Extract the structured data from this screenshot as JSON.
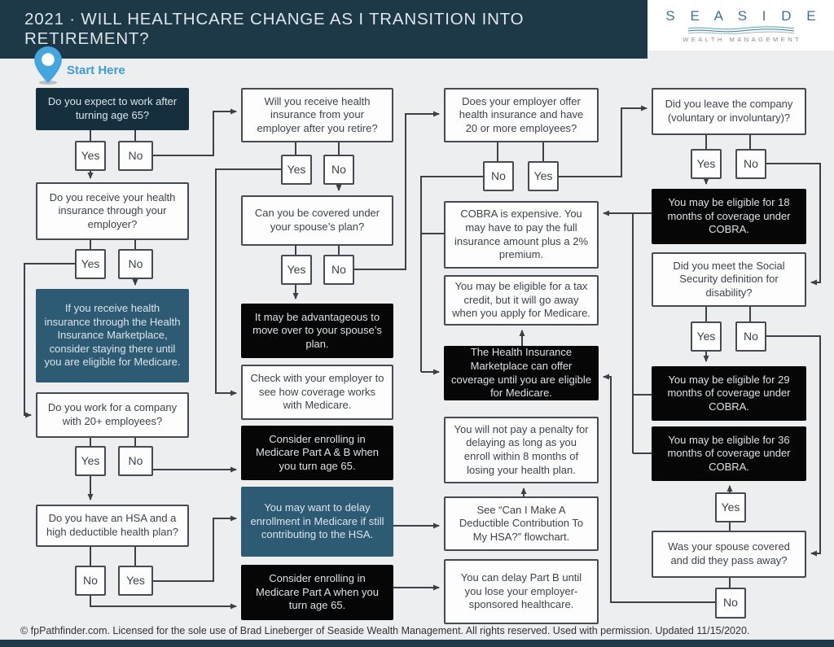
{
  "header": {
    "title": "2021 · WILL HEALTHCARE CHANGE AS I TRANSITION INTO RETIREMENT?",
    "logo_name": "S E A S I D E",
    "logo_subtitle": "WEALTH MANAGEMENT"
  },
  "start_label": "Start Here",
  "labels": {
    "yes": "Yes",
    "no": "No"
  },
  "nodes": {
    "q_expect_work": "Do you expect to work after turning age 65?",
    "q_insurance_employer": "Do you receive your health insurance through your employer?",
    "info_marketplace_stay": "If you receive health insurance through the Health Insurance Marketplace, consider staying there until you are eligible for Medicare.",
    "q_company_20": "Do you work for a company with 20+ employees?",
    "q_hsa": "Do you have an HSA and a high deductible health plan?",
    "q_retiree_insurance": "Will you receive health insurance from your employer after you retire?",
    "q_spouse_plan": "Can you be covered under your spouse’s plan?",
    "info_move_spouse": "It may be advantageous to move over to your spouse’s plan.",
    "info_check_employer": "Check with your employer to see how coverage works with Medicare.",
    "info_enroll_ab": "Consider enrolling in Medicare Part A & B when you turn age 65.",
    "info_delay_hsa": "You may want to delay enrollment in Medicare if still contributing to the HSA.",
    "info_enroll_a": "Consider enrolling in Medicare Part A when you turn age 65.",
    "q_employer_20": "Does your employer offer health insurance and have 20 or more employees?",
    "info_cobra_expensive": "COBRA is expensive. You may have to pay the full insurance amount plus a 2% premium.",
    "info_tax_credit": "You may be eligible for a tax credit, but it will go away when you apply for Medicare.",
    "info_marketplace_offer": "The Health Insurance Marketplace can offer coverage until you are eligible for Medicare.",
    "info_no_penalty": "You will not pay a penalty for delaying as long as you enroll within 8 months of losing your health plan.",
    "info_see_flowchart": "See “Can I Make A Deductible Contribution To My HSA?” flowchart.",
    "info_delay_partb": "You can delay Part B until you lose your employer-sponsored healthcare.",
    "q_leave_company": "Did you leave the company (voluntary or involuntary)?",
    "info_cobra_18": "You may be eligible for 18 months of coverage under COBRA.",
    "q_ss_disability": "Did you meet the Social Security definition for disability?",
    "info_cobra_29": "You may be eligible for 29 months of coverage under COBRA.",
    "info_cobra_36": "You may be eligible for 36 months of coverage under COBRA.",
    "q_spouse_passed": "Was your spouse covered and did they pass away?"
  },
  "footer": {
    "text": "© fpPathfinder.com. Licensed for the sole use of Brad Lineberger of Seaside Wealth Management. All rights reserved. Used with permission. Updated 11/15/2020."
  },
  "colors": {
    "header": "#1d3847",
    "accent_blue": "#41a0d6",
    "navy_box": "#152f3e",
    "teal_box": "#2e5b74",
    "black_box": "#060606",
    "line": "#3b4147"
  }
}
